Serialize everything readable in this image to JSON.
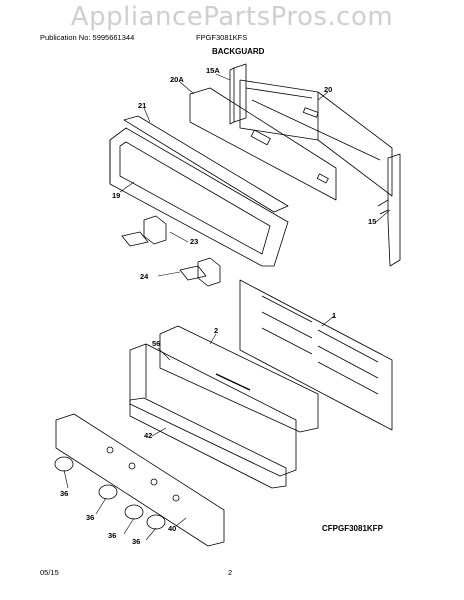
{
  "watermark": "AppliancePartsPros.com",
  "header": {
    "publication": "Publication No: 5995661344",
    "model": "FPGF3081KFS",
    "section": "BACKGUARD"
  },
  "callouts": {
    "c15A": "15A",
    "c20A": "20A",
    "c20": "20",
    "c21": "21",
    "c19": "19",
    "c15": "15",
    "c23": "23",
    "c24": "24",
    "c1": "1",
    "c2": "2",
    "c56": "56",
    "c42": "42",
    "c36a": "36",
    "c36b": "36",
    "c36c": "36",
    "c36d": "36",
    "c40": "40"
  },
  "footer": {
    "diagram_code": "CFPGF3081KFP",
    "date": "05/15",
    "page": "2"
  }
}
